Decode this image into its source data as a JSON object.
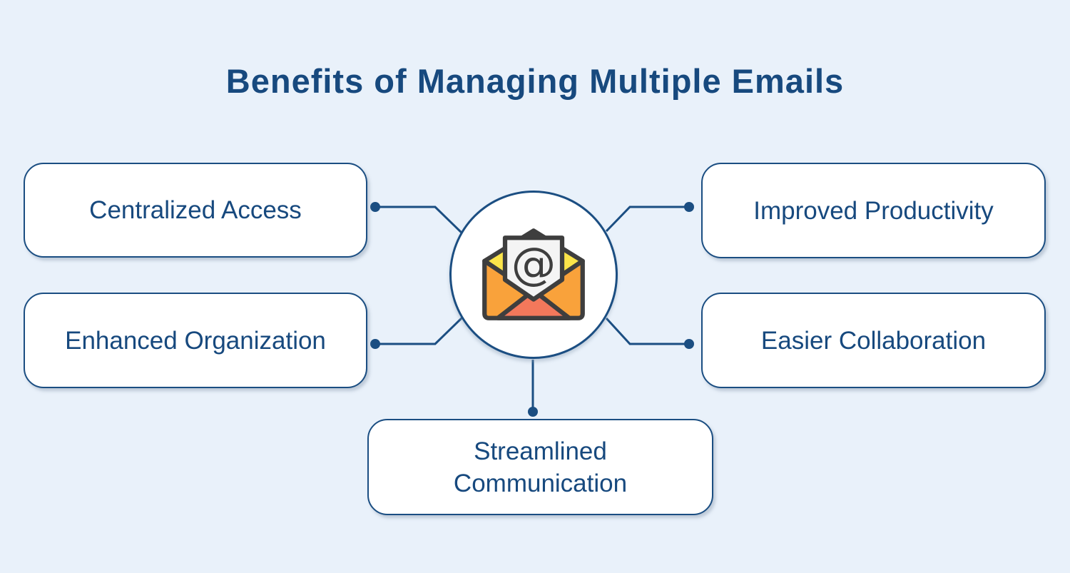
{
  "title": "Benefits of Managing Multiple Emails",
  "colors": {
    "background": "#E9F1FA",
    "navy_text": "#17497E",
    "navy_stroke": "#1B4E82",
    "box_background": "#FFFFFF",
    "envelope_orange": "#F9A23B",
    "envelope_coral": "#F3785B",
    "envelope_yellow": "#FBE44A",
    "envelope_gold": "#FFC31E",
    "envelope_outline": "#3E3E3E",
    "paper_white": "#F4F4F4"
  },
  "center": {
    "icon": "open-envelope-at-symbol",
    "at_glyph": "@"
  },
  "nodes": [
    {
      "label": "Centralized Access",
      "position": "top-left"
    },
    {
      "label": "Enhanced Organization",
      "position": "bottom-left"
    },
    {
      "label": "Improved Productivity",
      "position": "top-right"
    },
    {
      "label": "Easier Collaboration",
      "position": "bottom-right"
    },
    {
      "label": "Streamlined Communication",
      "position": "bottom-center"
    }
  ]
}
